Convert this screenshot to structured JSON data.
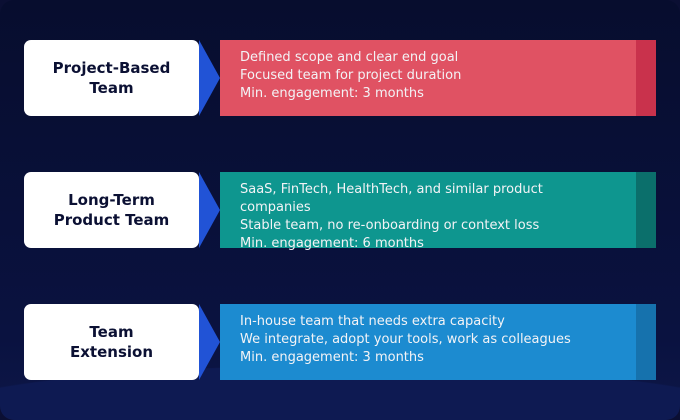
{
  "rows": [
    {
      "title": [
        "Project-Based",
        "Team"
      ],
      "lines": [
        "Defined scope and clear end goal",
        "Focused team for project duration",
        "Min. engagement: 3 months"
      ],
      "color": "#e05263",
      "accent": "#c9324c"
    },
    {
      "title": [
        "Long-Term",
        "Product Team"
      ],
      "lines": [
        "SaaS, FinTech, HealthTech, and similar product companies",
        "Stable team, no re-onboarding or context loss",
        "Min. engagement: 6 months"
      ],
      "color": "#0e968f",
      "accent": "#0b6f6b"
    },
    {
      "title": [
        "Team",
        "Extension"
      ],
      "lines": [
        "In-house team that needs extra capacity",
        "We integrate, adopt your tools, work as colleagues",
        "Min. engagement: 3 months"
      ],
      "color": "#1c8bd0",
      "accent": "#1672ad"
    }
  ]
}
